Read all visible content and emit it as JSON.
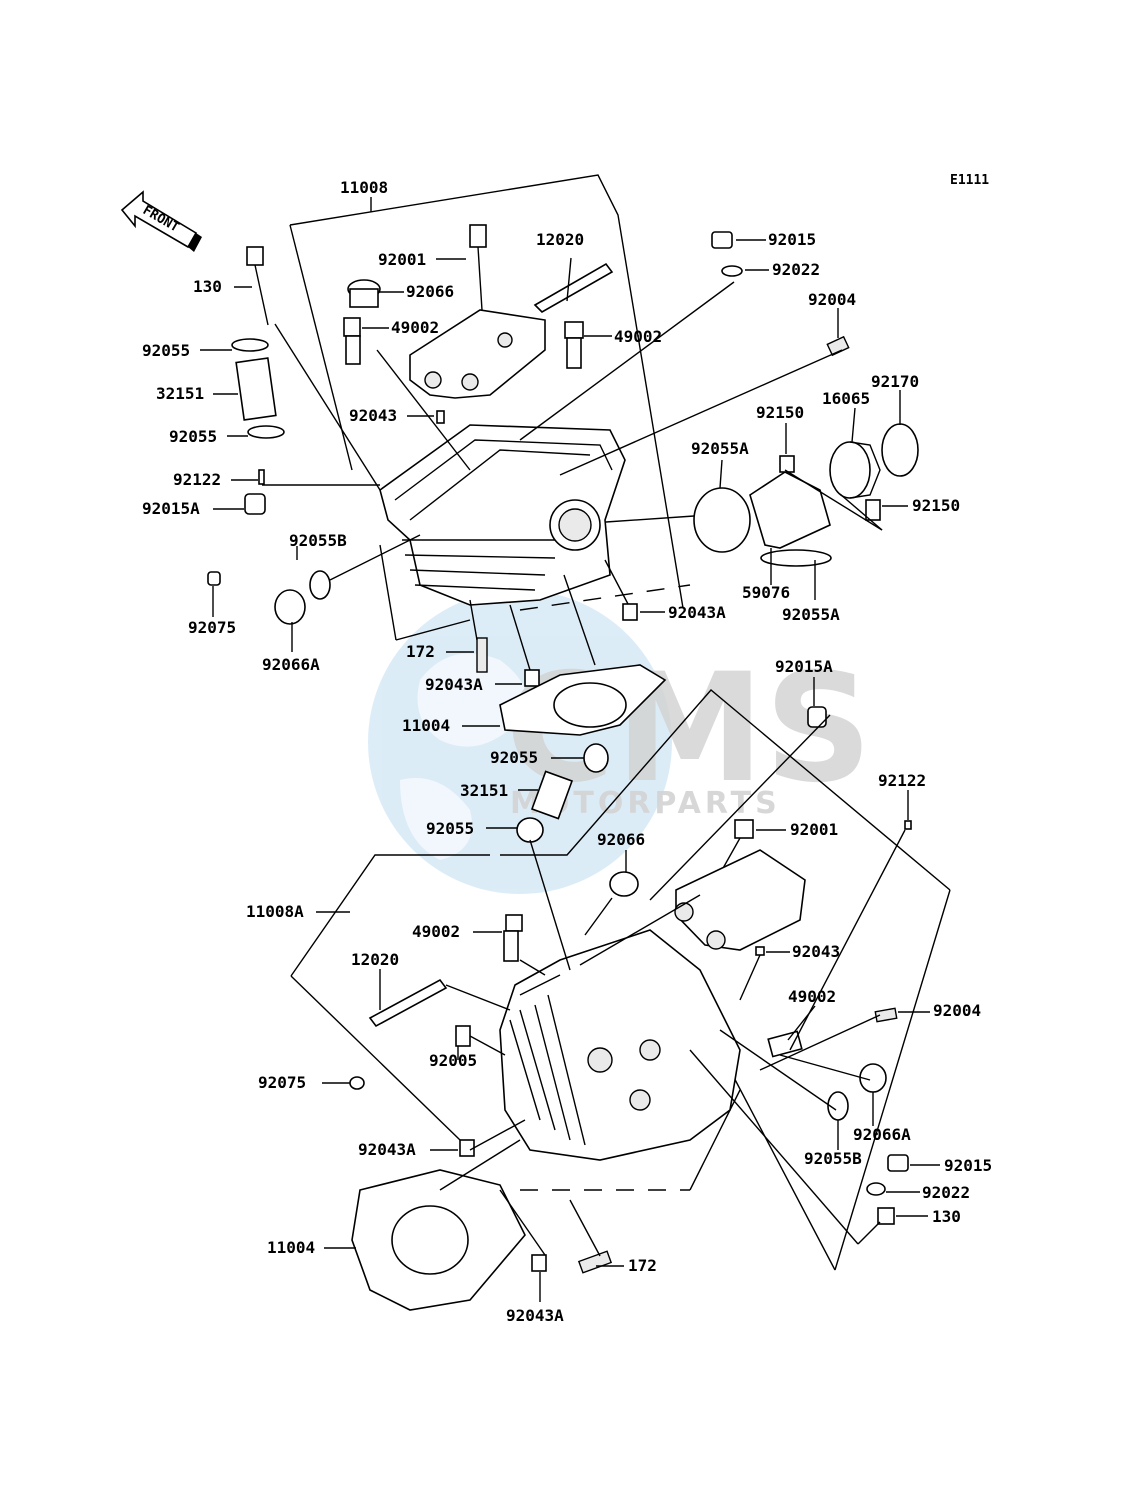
{
  "diagram_code": "E1111",
  "front_label": "FRONT",
  "watermark": {
    "brand": "CMS",
    "sub": "MOTORPARTS",
    "color": "#cfe3f2",
    "grey": "#d4d4d4"
  },
  "labels": [
    "11008",
    "12020",
    "92001",
    "92066",
    "49002",
    "49002",
    "130",
    "92055",
    "32151",
    "92055",
    "92043",
    "92122",
    "92015A",
    "92055B",
    "92075",
    "92066A",
    "92015",
    "92022",
    "92004",
    "92170",
    "16065",
    "92150",
    "92055A",
    "92150",
    "59076",
    "92055A",
    "92043A",
    "172",
    "92043A",
    "11004",
    "92055",
    "32151",
    "92055",
    "92015A",
    "92122",
    "92001",
    "92066",
    "11008A",
    "49002",
    "92043",
    "12020",
    "49002",
    "92004",
    "92005",
    "92075",
    "92066A",
    "92043A",
    "92055B",
    "92015",
    "92022",
    "130",
    "11004",
    "172",
    "92043A"
  ]
}
